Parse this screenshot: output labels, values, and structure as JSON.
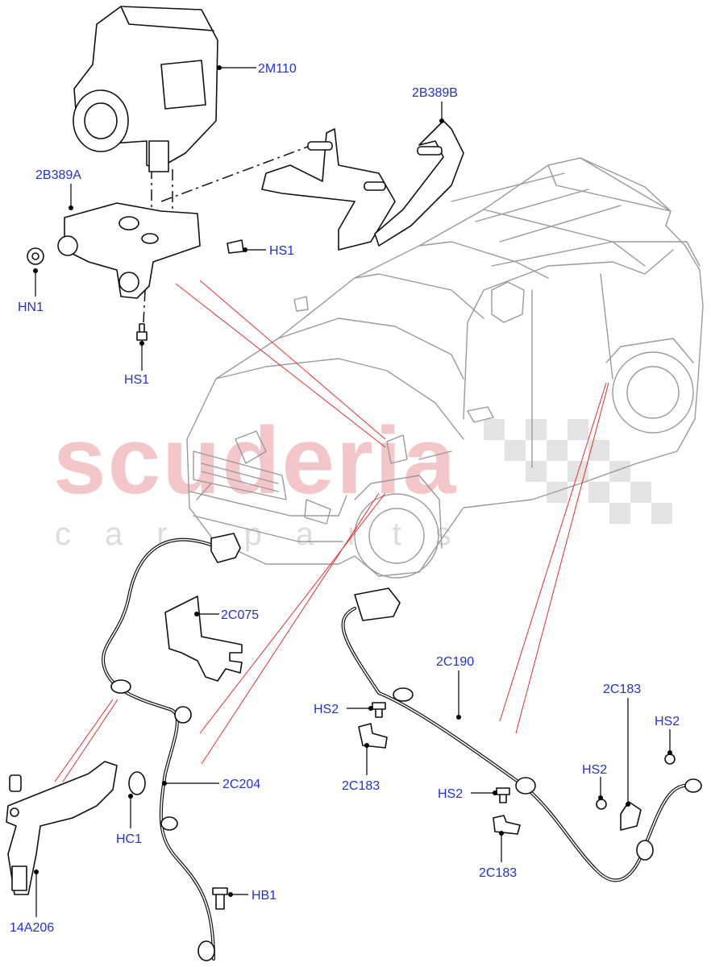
{
  "watermark": {
    "brand": "scuderia",
    "sub": "car parts"
  },
  "callouts": {
    "c_2M110": "2M110",
    "c_2B389B": "2B389B",
    "c_2B389A": "2B389A",
    "c_HS1_a": "HS1",
    "c_HN1": "HN1",
    "c_HS1_b": "HS1",
    "c_2C075": "2C075",
    "c_2C190": "2C190",
    "c_2C183_a": "2C183",
    "c_HS2_a": "HS2",
    "c_2C183_b": "2C183",
    "c_HS2_b": "HS2",
    "c_HS2_c": "HS2",
    "c_HS2_d": "HS2",
    "c_2C204": "2C204",
    "c_HC1": "HC1",
    "c_2C183_c": "2C183",
    "c_HB1": "HB1",
    "c_14A206": "14A206"
  },
  "colors": {
    "callout_text": "#2233cc",
    "leader_red": "#e03030",
    "watermark_red": "#f3c6c9",
    "watermark_grey": "#dcdcdc"
  }
}
